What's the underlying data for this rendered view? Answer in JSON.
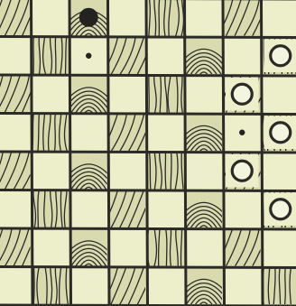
{
  "board": {
    "title": "",
    "size": 8,
    "colors": {
      "paper": "#e8eac4",
      "light_square": "#edefcb",
      "wood_square": "#d9dbaf",
      "ink": "#2b2a27",
      "black_piece": "#242321",
      "white_piece_fill": "#f4f5df"
    },
    "pattern": "checkerboard-with-woodgrain-hatched-dark-squares",
    "pieces": [
      {
        "name": "black-piece",
        "color": "black",
        "row": 0,
        "col": 2,
        "size": "large"
      },
      {
        "name": "black-piece",
        "color": "black",
        "row": 1,
        "col": 2,
        "size": "small"
      },
      {
        "name": "white-piece",
        "color": "white",
        "row": 1,
        "col": 7,
        "size": "large"
      },
      {
        "name": "white-piece",
        "color": "white",
        "row": 2,
        "col": 6,
        "size": "large"
      },
      {
        "name": "white-piece",
        "color": "white",
        "row": 3,
        "col": 7,
        "size": "large"
      },
      {
        "name": "black-piece",
        "color": "black",
        "row": 3,
        "col": 6,
        "size": "small"
      },
      {
        "name": "white-piece",
        "color": "white",
        "row": 4,
        "col": 6,
        "size": "large"
      },
      {
        "name": "white-piece",
        "color": "white",
        "row": 5,
        "col": 7,
        "size": "large"
      }
    ]
  }
}
